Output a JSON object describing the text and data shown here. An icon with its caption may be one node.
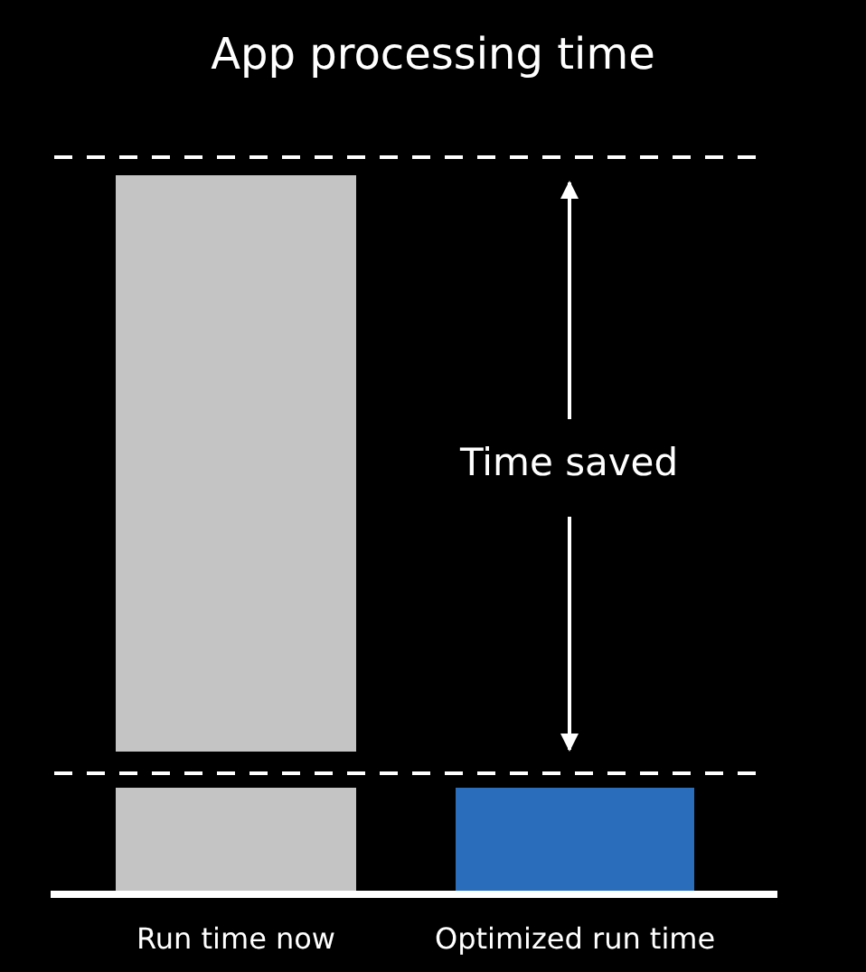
{
  "diagram": {
    "title": "App processing time",
    "nodes": [
      {
        "text": [
          "Run time now"
        ]
      },
      {
        "text": [
          "Optimized run time"
        ]
      }
    ],
    "labels": [
      "Time saved"
    ]
  }
}
